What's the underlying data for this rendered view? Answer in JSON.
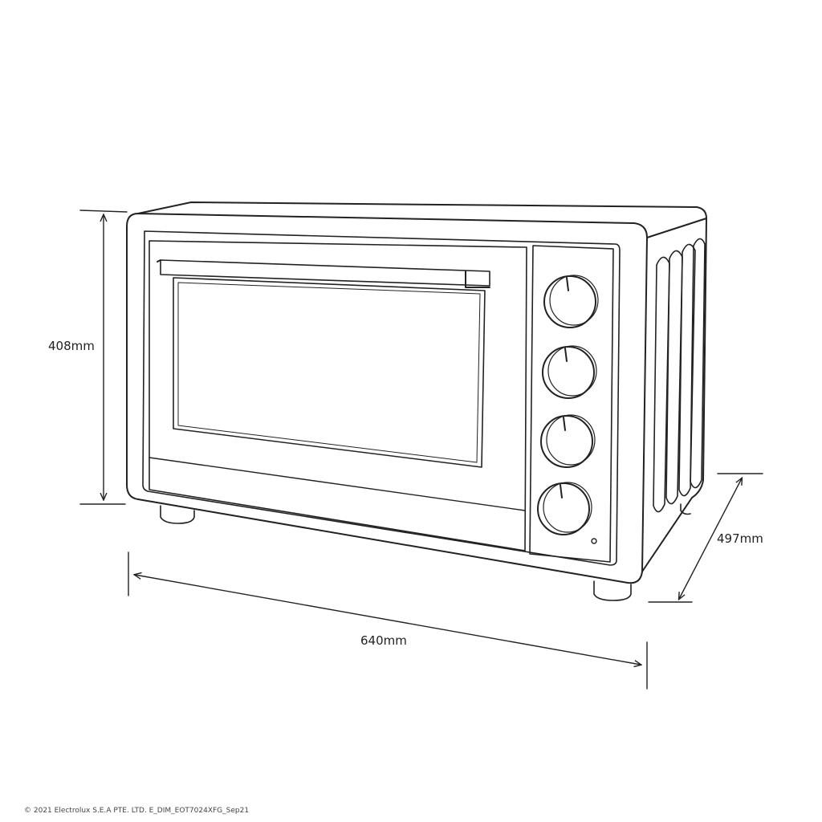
{
  "dimensions": {
    "height": "408mm",
    "depth": "497mm",
    "width": "640mm"
  },
  "footer": {
    "copyright": "© 2021 Electrolux S.E.A PTE. LTD.  E_DIM_EOT7024XFG_Sep21"
  },
  "illustration": {
    "subject": "countertop-oven",
    "control_knob_count": 4,
    "line_color": "#222222",
    "background_color": "#ffffff"
  }
}
